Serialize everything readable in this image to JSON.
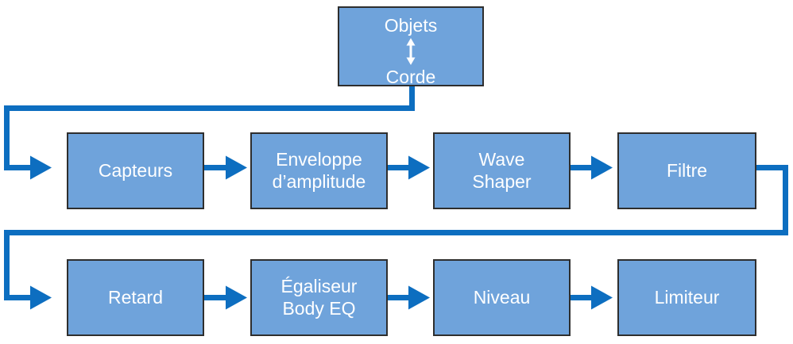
{
  "colors": {
    "background": "#FFFFFF",
    "node-fill": "#6FA3DB",
    "node-border": "#2E2E2E",
    "node-text": "#FFFFFF",
    "connector": "#0D6EC0"
  },
  "icons": {
    "bidirectional_arrow": "↕"
  },
  "nodes": {
    "source": {
      "top_label": "Objets",
      "bottom_label": "Corde"
    },
    "row1": [
      {
        "label": "Capteurs"
      },
      {
        "label": "Enveloppe\nd’amplitude"
      },
      {
        "label": "Wave\nShaper"
      },
      {
        "label": "Filtre"
      }
    ],
    "row2": [
      {
        "label": "Retard"
      },
      {
        "label": "Égaliseur\nBody EQ"
      },
      {
        "label": "Niveau"
      },
      {
        "label": "Limiteur"
      }
    ]
  }
}
